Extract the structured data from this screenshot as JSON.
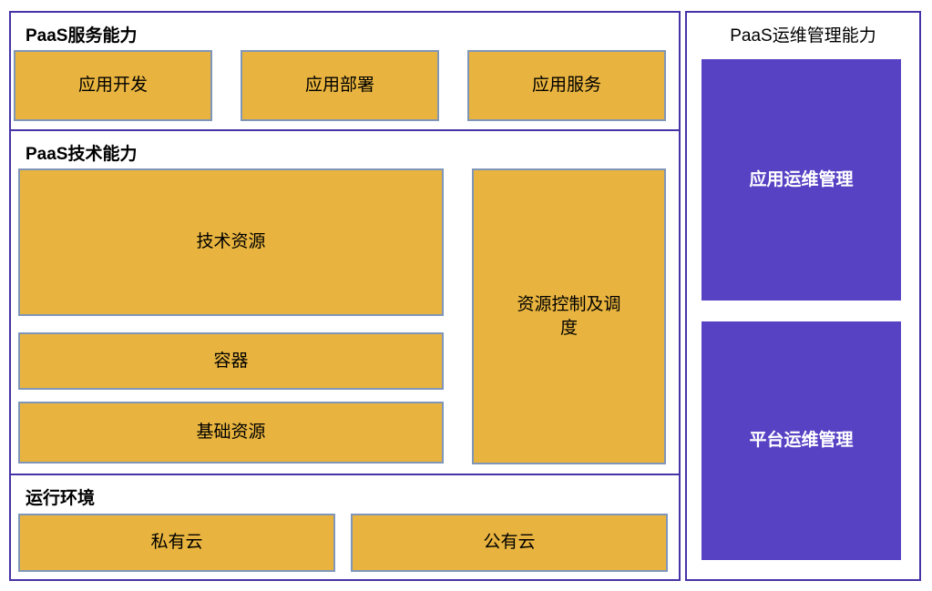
{
  "diagram": {
    "service": {
      "title": "PaaS服务能力",
      "items": [
        {
          "label": "应用开发"
        },
        {
          "label": "应用部署"
        },
        {
          "label": "应用服务"
        }
      ]
    },
    "tech": {
      "title": "PaaS技术能力",
      "resources": {
        "label": "技术资源"
      },
      "container": {
        "label": "容器"
      },
      "base": {
        "label": "基础资源"
      },
      "control": {
        "label": "资源控制及调度"
      }
    },
    "runtime": {
      "title": "运行环境",
      "private_cloud": {
        "label": "私有云"
      },
      "public_cloud": {
        "label": "公有云"
      }
    },
    "ops": {
      "title": "PaaS运维管理能力",
      "app_ops": {
        "label": "应用运维管理"
      },
      "platform_ops": {
        "label": "平台运维管理"
      }
    }
  },
  "colors": {
    "box_fill": "#E8B43F",
    "box_border": "#8096B8",
    "panel_border": "#4534A6",
    "ops_fill": "#5742C4",
    "ops_text": "#FFFFFF",
    "label_text": "#000000",
    "bg": "#FFFFFF"
  }
}
